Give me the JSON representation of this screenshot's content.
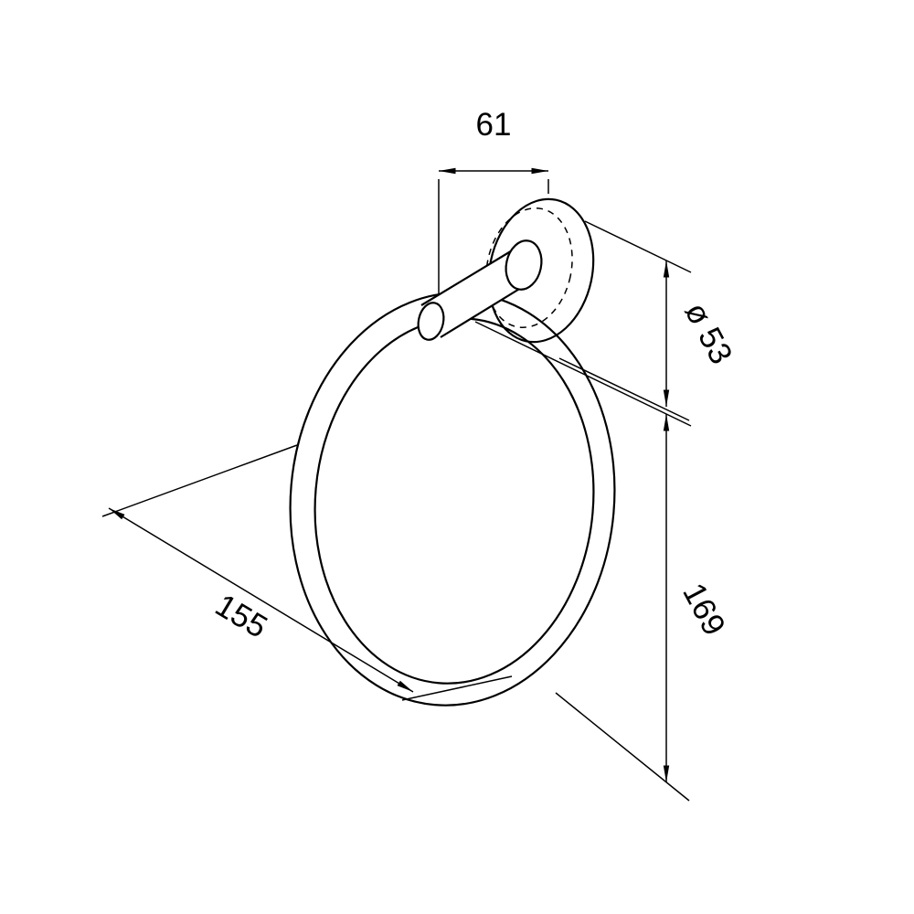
{
  "drawing": {
    "background_color": "#ffffff",
    "line_color": "#000000",
    "dims": {
      "projection": {
        "label": "61"
      },
      "plate_diameter": {
        "label": "ø 53"
      },
      "ring_height": {
        "label": "169"
      },
      "ring_width": {
        "label": "155"
      }
    }
  }
}
